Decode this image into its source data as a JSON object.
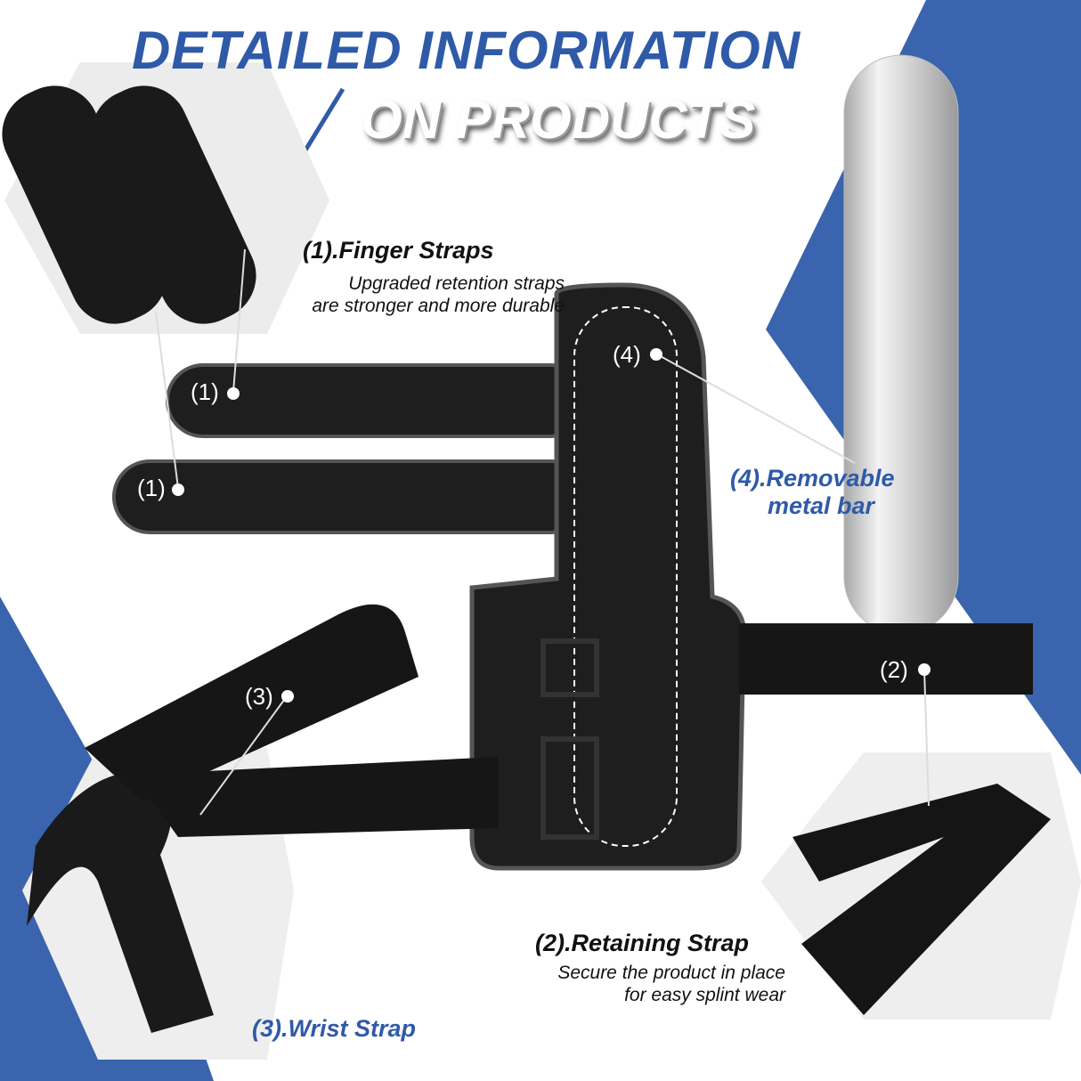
{
  "title": {
    "line1": "DETAILED INFORMATION",
    "line2": "ON PRODUCTS"
  },
  "features": {
    "finger": {
      "heading": "(1).Finger Straps",
      "line1": "Upgraded retention straps",
      "line2": "are stronger and more durable",
      "marker": "(1)"
    },
    "retaining": {
      "heading": "(2).Retaining Strap",
      "line1": "Secure the product in place",
      "line2": "for easy splint wear",
      "marker": "(2)"
    },
    "wrist": {
      "heading": "(3).Wrist Strap",
      "marker": "(3)"
    },
    "bar": {
      "line1": "(4).Removable",
      "line2": "metal bar",
      "marker": "(4)"
    }
  },
  "colors": {
    "accent": "#2f5aa8",
    "product": "#1a1a1a",
    "trim": "#555555",
    "metal": "#d9d9d9"
  }
}
